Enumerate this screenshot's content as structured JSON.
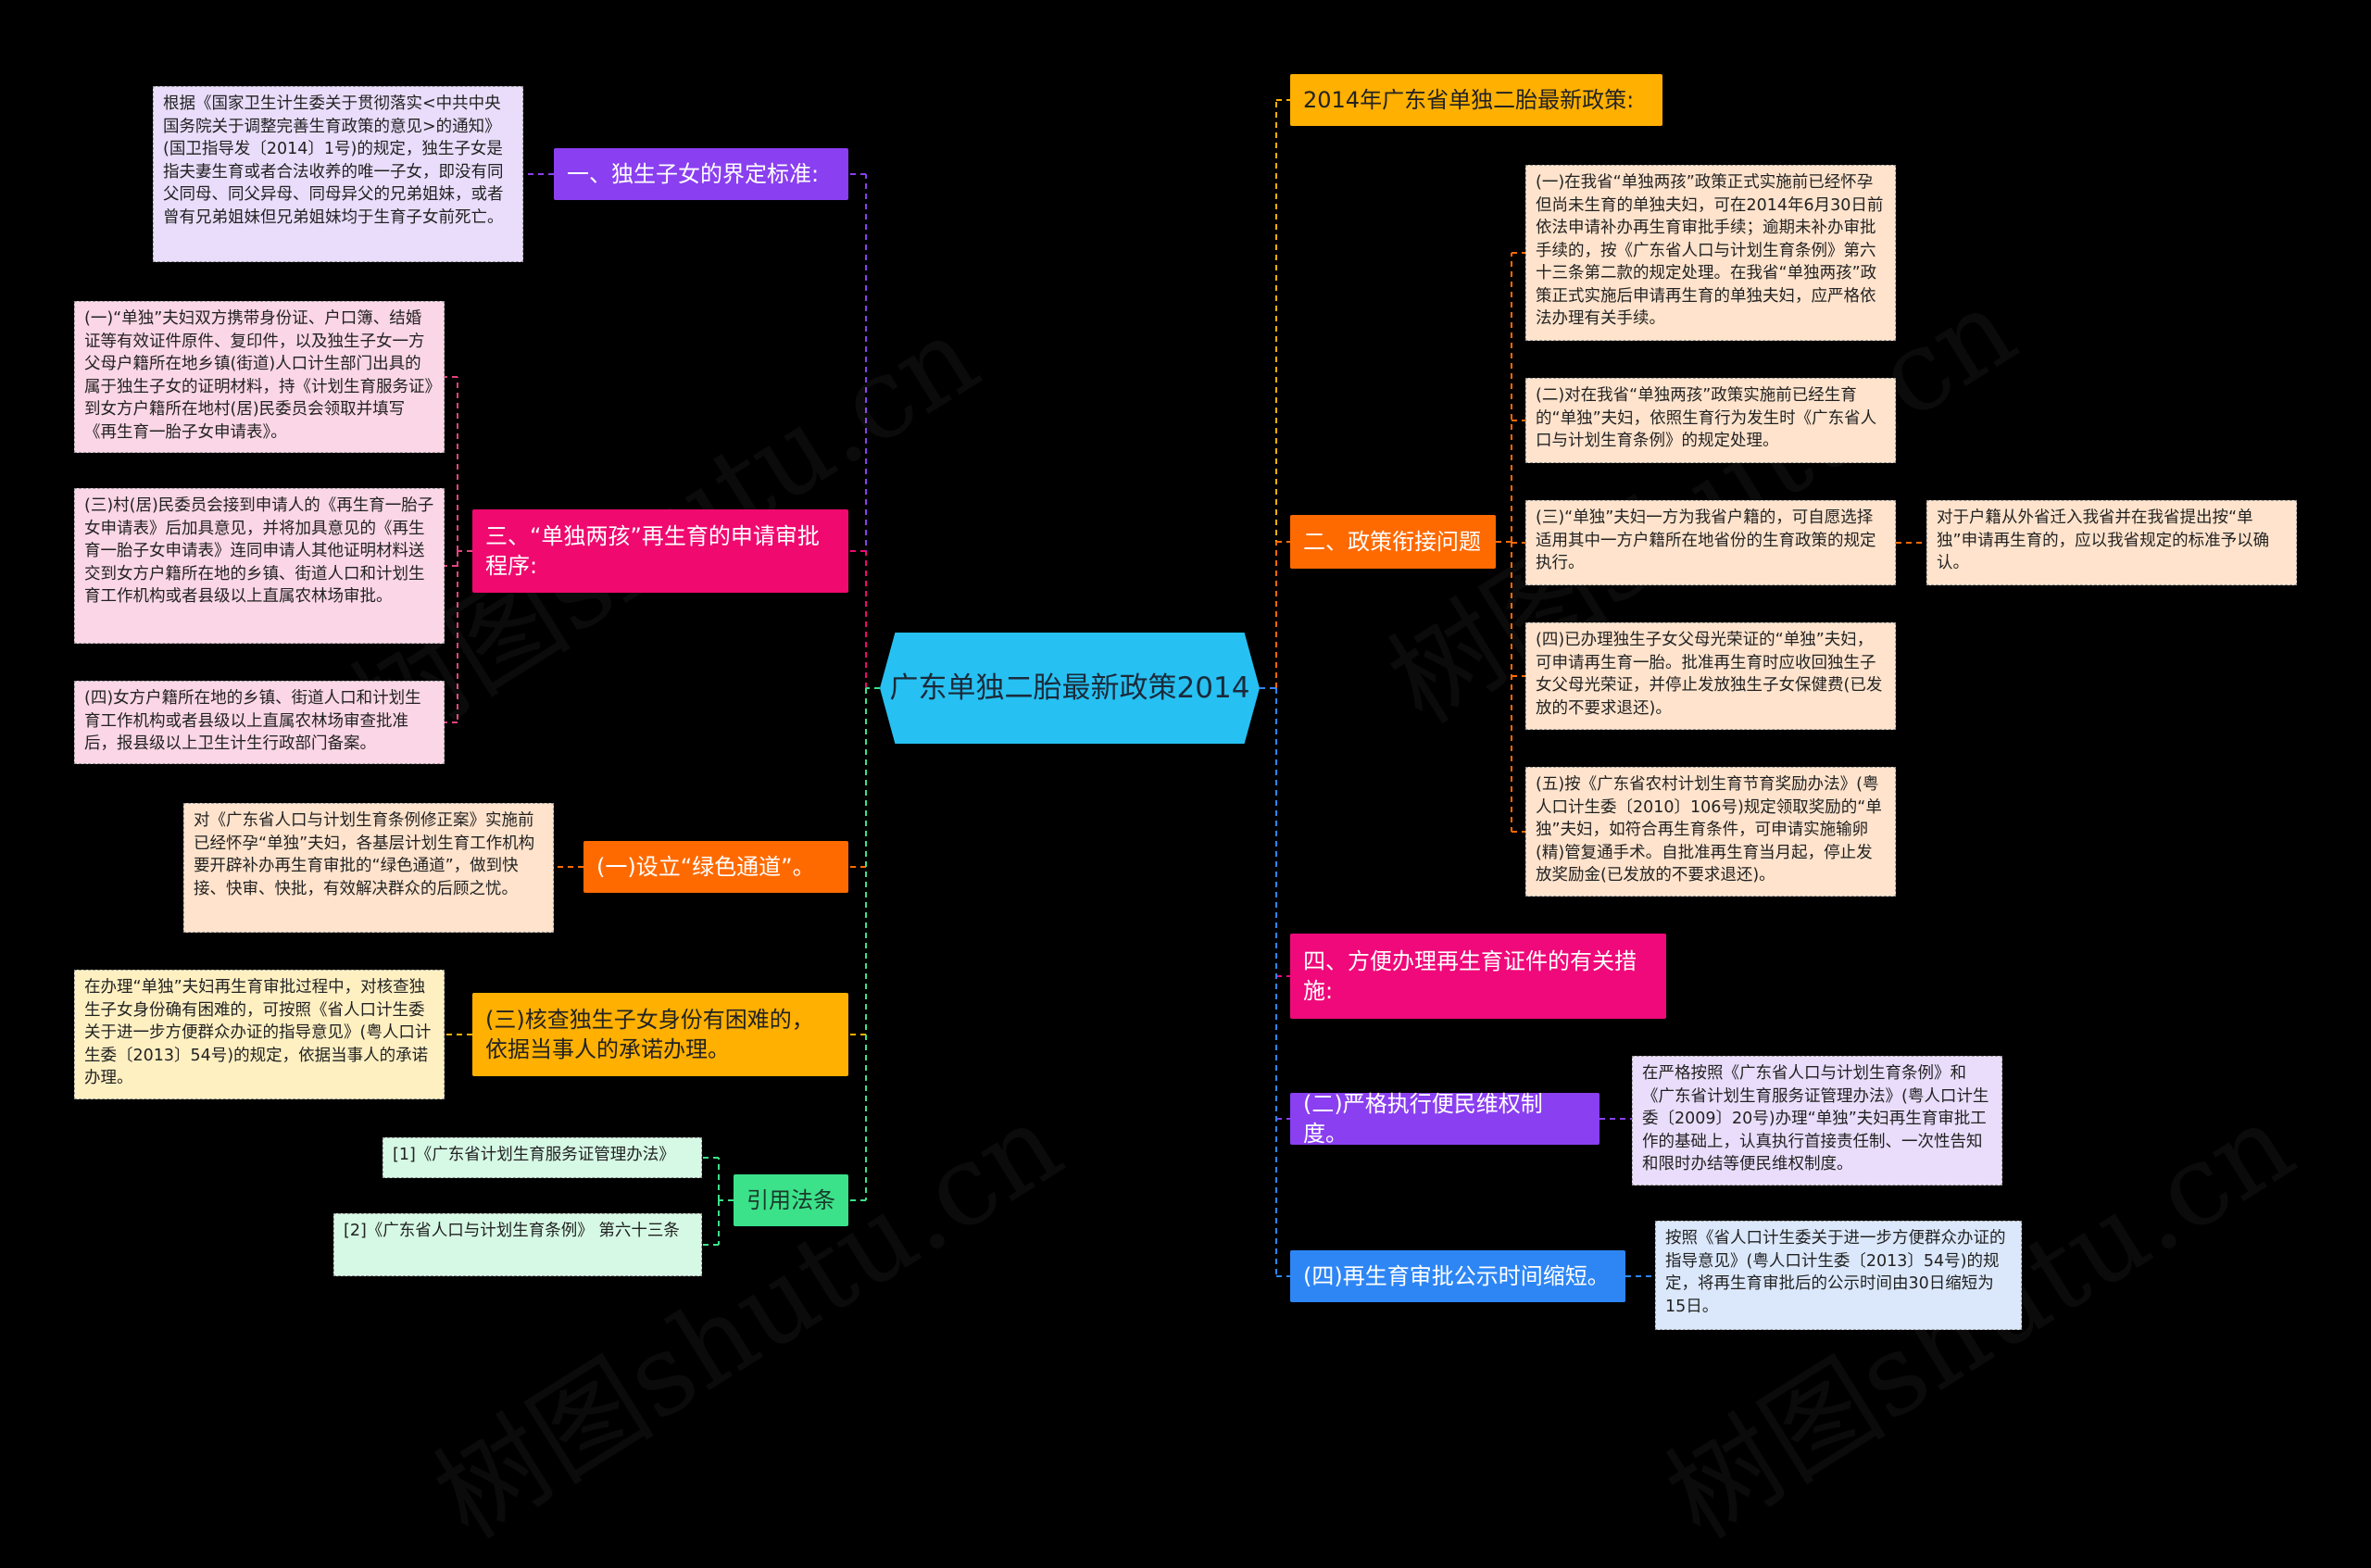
{
  "root": {
    "title": "广东单独二胎最新政策2014"
  },
  "watermark": "树图shutu.cn",
  "colors": {
    "root": "#26c1f2",
    "purple": "#8a3ff0",
    "pink": "#f0096f",
    "orange": "#ff6a00",
    "amber": "#ffb000",
    "green": "#3be28a",
    "blue": "#2e86f5",
    "magenta": "#f0097a"
  },
  "left": {
    "definition": {
      "label": "一、独生子女的界定标准:",
      "text": "根据《国家卫生计生委关于贯彻落实<中共中央国务院关于调整完善生育政策的意见>的通知》(国卫指导发〔2014〕1号)的规定，独生子女是指夫妻生育或者合法收养的唯一子女，即没有同父同母、同父异母、同母异父的兄弟姐妹，或者曾有兄弟姐妹但兄弟姐妹均于生育子女前死亡。"
    },
    "procedure": {
      "label": "三、“单独两孩”再生育的申请审批程序:",
      "items": [
        "(一)“单独”夫妇双方携带身份证、户口簿、结婚证等有效证件原件、复印件，以及独生子女一方父母户籍所在地乡镇(街道)人口计生部门出具的属于独生子女的证明材料，持《计划生育服务证》到女方户籍所在地村(居)民委员会领取并填写《再生育一胎子女申请表》。",
        "(三)村(居)民委员会接到申请人的《再生育一胎子女申请表》后加具意见，并将加具意见的《再生育一胎子女申请表》连同申请人其他证明材料送交到女方户籍所在地的乡镇、街道人口和计划生育工作机构或者县级以上直属农林场审批。",
        "(四)女方户籍所在地的乡镇、街道人口和计划生育工作机构或者县级以上直属农林场审查批准后，报县级以上卫生计生行政部门备案。"
      ]
    },
    "green_channel": {
      "label": "(一)设立“绿色通道”。",
      "text": "对《广东省人口与计划生育条例修正案》实施前已经怀孕“单独”夫妇，各基层计划生育工作机构要开辟补办再生育审批的“绿色通道”，做到快接、快审、快批，有效解决群众的后顾之忧。"
    },
    "verify": {
      "label": "(三)核查独生子女身份有困难的，依据当事人的承诺办理。",
      "text": "在办理“单独”夫妇再生育审批过程中，对核查独生子女身份确有困难的，可按照《省人口计生委关于进一步方便群众办证的指导意见》(粤人口计生委〔2013〕54号)的规定，依据当事人的承诺办理。"
    },
    "laws": {
      "label": "引用法条",
      "items": [
        "[1]《广东省计划生育服务证管理办法》",
        "[2]《广东省人口与计划生育条例》 第六十三条"
      ]
    }
  },
  "right": {
    "policy": {
      "label": "2014年广东省单独二胎最新政策:"
    },
    "transition": {
      "label": "二、政策衔接问题",
      "items": [
        "(一)在我省“单独两孩”政策正式实施前已经怀孕但尚未生育的单独夫妇，可在2014年6月30日前依法申请补办再生育审批手续；逾期未补办审批手续的，按《广东省人口与计划生育条例》第六十三条第二款的规定处理。在我省“单独两孩”政策正式实施后申请再生育的单独夫妇，应严格依法办理有关手续。",
        "(二)对在我省“单独两孩”政策实施前已经生育的“单独”夫妇，依照生育行为发生时《广东省人口与计划生育条例》的规定处理。",
        "(三)“单独”夫妇一方为我省户籍的，可自愿选择适用其中一方户籍所在地省份的生育政策的规定执行。",
        "(四)已办理独生子女父母光荣证的“单独”夫妇，可申请再生育一胎。批准再生育时应收回独生子女父母光荣证，并停止发放独生子女保健费(已发放的不要求退还)。",
        "(五)按《广东省农村计划生育节育奖励办法》(粤人口计生委〔2010〕106号)规定领取奖励的“单独”夫妇，如符合再生育条件，可申请实施输卵(精)管复通手术。自批准再生育当月起，停止发放奖励金(已发放的不要求退还)。"
      ],
      "extra": "对于户籍从外省迁入我省并在我省提出按“单独”申请再生育的，应以我省规定的标准予以确认。"
    },
    "convenience": {
      "label": "四、方便办理再生育证件的有关措施:"
    },
    "strict": {
      "label": "(二)严格执行便民维权制度。",
      "text": "在严格按照《广东省人口与计划生育条例》和《广东省计划生育服务证管理办法》(粤人口计生委〔2009〕20号)办理“单独”夫妇再生育审批工作的基础上，认真执行首接责任制、一次性告知和限时办结等便民维权制度。"
    },
    "publicity": {
      "label": "(四)再生育审批公示时间缩短。",
      "text": "按照《省人口计生委关于进一步方便群众办证的指导意见》(粤人口计生委〔2013〕54号)的规定，将再生育审批后的公示时间由30日缩短为15日。"
    }
  }
}
